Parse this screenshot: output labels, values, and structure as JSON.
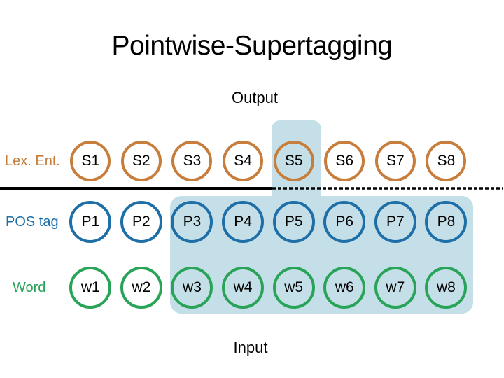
{
  "slide": {
    "title": "Pointwise-Supertagging",
    "output_label": "Output",
    "input_label": "Input"
  },
  "colors": {
    "lex_ent_orange": "#c77d3b",
    "pos_tag_blue": "#1e6ea7",
    "word_green": "#28a357",
    "highlight_blue": "#c5dfe9",
    "line_black": "#000000",
    "background": "#ffffff"
  },
  "rows": [
    {
      "label": "Lex. Ent.",
      "items": [
        "S1",
        "S2",
        "S3",
        "S4",
        "S5",
        "S6",
        "S7",
        "S8"
      ]
    },
    {
      "label": "POS tag",
      "items": [
        "P1",
        "P2",
        "P3",
        "P4",
        "P5",
        "P6",
        "P7",
        "P8"
      ]
    },
    {
      "label": "Word",
      "items": [
        "w1",
        "w2",
        "w3",
        "w4",
        "w5",
        "w6",
        "w7",
        "w8"
      ]
    }
  ]
}
